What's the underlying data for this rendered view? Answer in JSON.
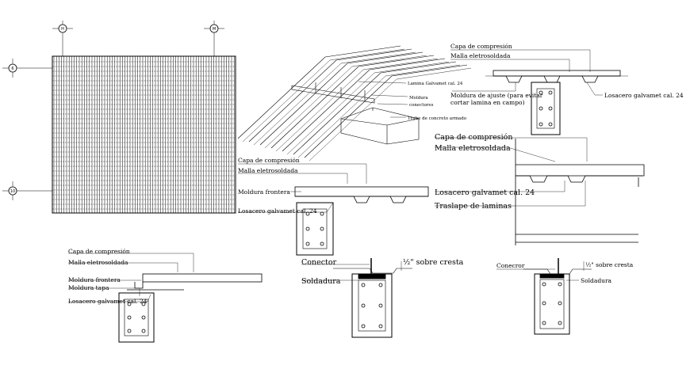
{
  "plan": {
    "axis_top_left": "H",
    "axis_top_right": "M",
    "axis_left_top": "6",
    "axis_left_bottom": "10"
  },
  "iso": {
    "lamina": "Lamina Galvamet cal. 24",
    "moldura": "Moldura",
    "conectores": "conectores",
    "trabe": "Trabe de concreto armado"
  },
  "top_right": {
    "capa": "Capa de compresión",
    "malla": "Malla eletrosoldada",
    "moldura_ajuste_1": "Moldura de ajuste (para evitar",
    "moldura_ajuste_2": "cortar lamina en campo)",
    "losacero": "Losacero galvamet cal. 24"
  },
  "mid_right": {
    "capa": "Capa de compresión",
    "malla": "Malla eletrosoldada",
    "losacero": "Losacero galvamet cal. 24",
    "traslape": "Traslape de laminas"
  },
  "mid_center": {
    "capa": "Capa de compresión",
    "malla": "Malla eletrosoldada",
    "moldura": "Moldura frontera",
    "losacero": "Losacero galvamet cal. 24"
  },
  "bottom_left": {
    "capa": "Capa de compresión",
    "malla": "Malla eletrosoldada",
    "moldura_frontera": "Moldura frontera",
    "moldura_tapa": "Moldura tapa",
    "losacero": "Losacero galvamet cal. 24"
  },
  "bottom_center": {
    "conector": "Conector",
    "sobre": "½\" sobre cresta",
    "soldadura": "Soldadura"
  },
  "bottom_right": {
    "conector": "Conecror",
    "sobre": "½\" sobre cresta",
    "soldadura": "Soldadura"
  }
}
